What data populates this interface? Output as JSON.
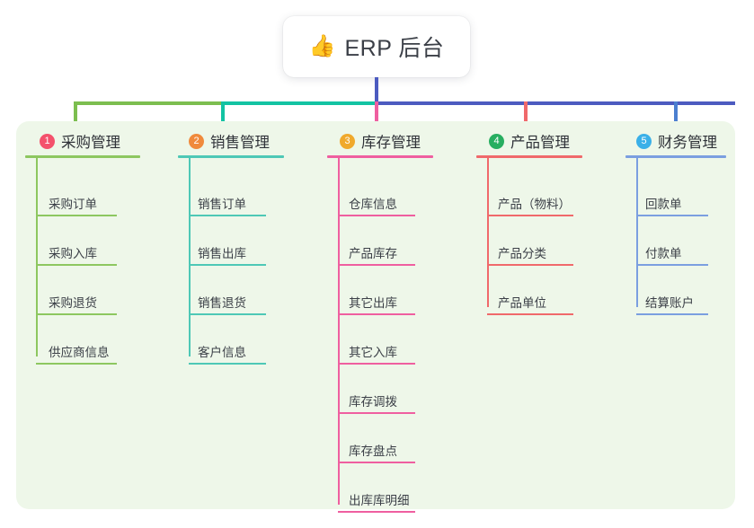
{
  "root": {
    "icon": "thumbs-up-icon",
    "icon_glyph": "👍",
    "title": "ERP 后台"
  },
  "panel": {
    "background": "#eef7e9"
  },
  "connectors": {
    "trunk_color": "#4c5bc0",
    "bus_colors": [
      "#7cbe4f",
      "#13c3a3",
      "#4c5bc0",
      "#4c5bc0"
    ],
    "drop_colors": [
      "#7cbe4f",
      "#13c3a3",
      "#ef5fa0",
      "#f0696b",
      "#4c7fd0"
    ]
  },
  "columns": [
    {
      "number": "1",
      "title": "采购管理",
      "badge_color": "#f4516c",
      "line_color": "#8dc760",
      "items": [
        "采购订单",
        "采购入库",
        "采购退货",
        "供应商信息"
      ]
    },
    {
      "number": "2",
      "title": "销售管理",
      "badge_color": "#f08a3c",
      "line_color": "#4ec8b6",
      "items": [
        "销售订单",
        "销售出库",
        "销售退货",
        "客户信息"
      ]
    },
    {
      "number": "3",
      "title": "库存管理",
      "badge_color": "#f0a92c",
      "line_color": "#ef5fa0",
      "items": [
        "仓库信息",
        "产品库存",
        "其它出库",
        "其它入库",
        "库存调拨",
        "库存盘点",
        "出库库明细"
      ]
    },
    {
      "number": "4",
      "title": "产品管理",
      "badge_color": "#27ae60",
      "line_color": "#f0696b",
      "items": [
        "产品（物料）",
        "产品分类",
        "产品单位"
      ]
    },
    {
      "number": "5",
      "title": "财务管理",
      "badge_color": "#3ab0e8",
      "line_color": "#7b9fe0",
      "items": [
        "回款单",
        "付款单",
        "结算账户"
      ]
    }
  ]
}
